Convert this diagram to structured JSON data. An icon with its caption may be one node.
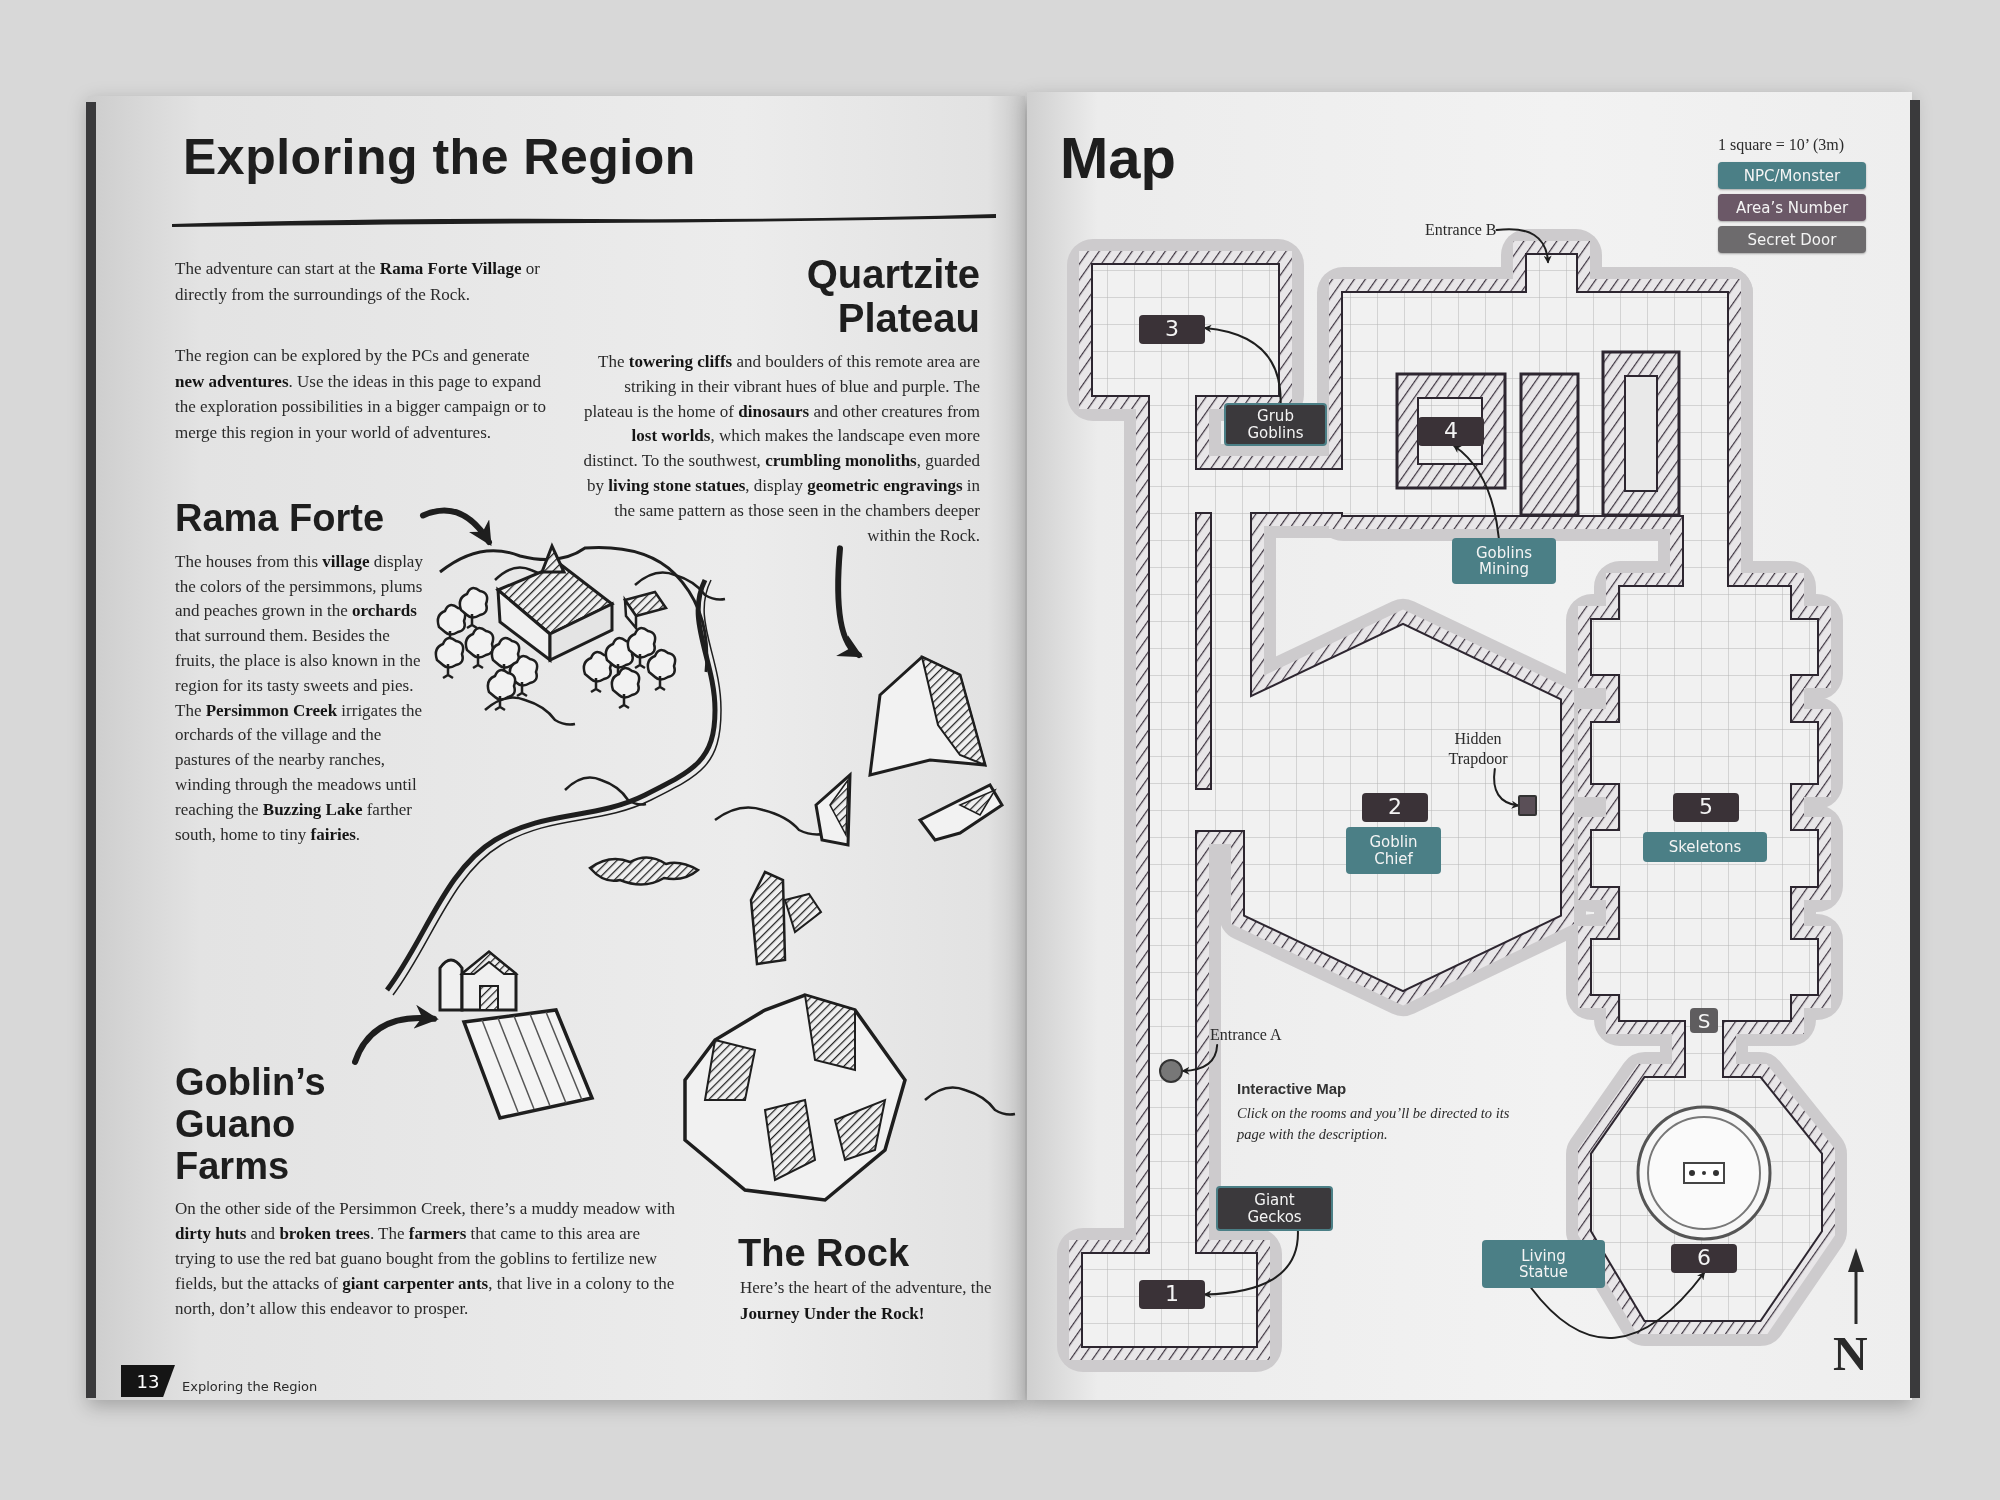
{
  "diagram": {
    "title": "Exploring the Region",
    "nodes": [
      {
        "text": [
          "Rama Forte",
          "The houses from this **village** display the colors of the persimmons, plums and peaches grown in the **orchards** that surround them. Besides the fruits, the place is also known in the region for its tasty sweets and pies. The **Persimmon Creek** irrigates the orchards of the village and the pastures of the nearby ranches, winding through the meadows until reaching the **Buzzing Lake** farther south, home to tiny **fairies**."
        ]
      },
      {
        "text": [],
        "shape": "picture"
      },
      {
        "text": [
          "Quartzite Plateau",
          "The **towering cliffs** and boulders of this remote area are striking in their vibrant hues of blue and purple. The plateau is the home of **dinosaurs** and other creatures from **lost worlds**, which makes the landscape even more distinct. To the southwest, **crumbling monoliths**, guarded by **living stone statues**, display **geometric engravings** in the same pattern as those seen in the chambers deeper within the Rock."
        ]
      },
      {
        "text": [],
        "shape": "picture"
      },
      {
        "text": [
          "Goblin’s Guano Farms",
          "On the other side of the Persimmon Creek, there’s a muddy meadow with **dirty huts** and **broken trees**. The **farmers** that came to this area are trying to use the red bat guano bought from the goblins to fertilize new fields, but the attacks of **giant carpenter ants**, that live in a colony to the north, don’t allow this endeavor to prosper."
        ]
      },
      {
        "text": [],
        "shape": "picture"
      },
      {
        "text": [
          "3"
        ]
      },
      {
        "text": [
          "Grub Goblins"
        ]
      },
      {
        "text": [
          "4"
        ]
      },
      {
        "text": [
          "Goblins Mining"
        ]
      },
      {
        "text": [
          "2"
        ]
      },
      {
        "text": [
          "Goblin Chief"
        ]
      },
      {
        "text": [
          "Hidden Trapdoor"
        ]
      },
      {
        "text": [],
        "shape": "box"
      },
      {
        "text": [
          "5"
        ]
      },
      {
        "text": [
          "Skeletons"
        ]
      },
      {
        "text": [
          "Entrance B"
        ]
      },
      {
        "text": [
          "S"
        ]
      },
      {
        "text": [
          "Entrance A"
        ]
      },
      {
        "text": [],
        "shape": "circle"
      },
      {
        "text": [
          "Giant Geckos"
        ]
      },
      {
        "text": [
          "1"
        ]
      },
      {
        "text": [
          "Living Statue"
        ]
      },
      {
        "text": [
          "6"
        ]
      }
    ],
    "edges": [
      {
        "from": 0,
        "to": 1,
        "arrow": "to",
        "style": "thick"
      },
      {
        "from": 2,
        "to": 3,
        "arrow": "to",
        "style": "thick"
      },
      {
        "from": 4,
        "to": 5,
        "arrow": "to",
        "style": "thick"
      },
      {
        "from": 7,
        "to": 6,
        "arrow": "to"
      },
      {
        "from": 9,
        "to": 8,
        "arrow": "to"
      },
      {
        "from": 12,
        "to": 13,
        "arrow": "to"
      },
      {
        "from": 16,
        "to": null,
        "arrow": "to"
      },
      {
        "from": 18,
        "to": 19,
        "arrow": "to"
      },
      {
        "from": 20,
        "to": 21,
        "arrow": "to"
      },
      {
        "from": 22,
        "to": 23,
        "arrow": "to"
      }
    ],
    "labels": [
      "The adventure can start at the **Rama Forte Village** or directly from the surroundings of the Rock.",
      "The region can be explored by the PCs and generate **new adventures**. Use the ideas in this page to expand the exploration possibilities in a bigger campaign or to merge this region in your world of adventures.",
      "The Rock",
      "Here’s the heart of the adventure, the **Journey Under the Rock!**",
      "13",
      "Exploring the Region",
      "Map",
      "1 square = 10’ (3m)",
      "Interactive Map",
      "Click on the rooms and you’ll be directed to its page with the description.",
      "N"
    ],
    "legend": [
      {
        "text": "NPC/Monster",
        "color": "#4b7f86"
      },
      {
        "text": "Area’s Number",
        "color": "#6b5867"
      },
      {
        "text": "Secret Door",
        "color": "#6d6b6d"
      }
    ]
  }
}
